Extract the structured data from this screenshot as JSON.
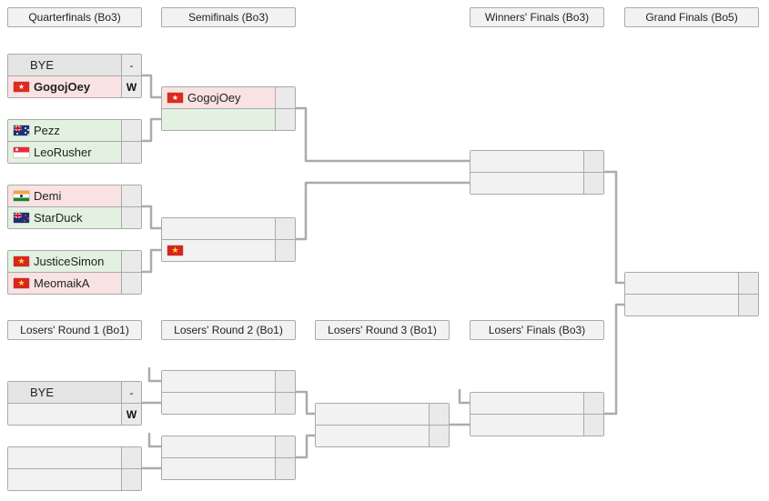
{
  "round_headers": {
    "upper": [
      "Quarterfinals (Bo3)",
      "Semifinals (Bo3)",
      "Winners' Finals (Bo3)",
      "Grand Finals (Bo5)"
    ],
    "lower": [
      "Losers' Round 1 (Bo1)",
      "Losers' Round 2 (Bo1)",
      "Losers' Round 3 (Bo1)",
      "Losers' Finals (Bo3)"
    ]
  },
  "flags_legend": {
    "hk": "Hong Kong",
    "au": "Australia",
    "sg": "Singapore",
    "in": "India",
    "nz": "New Zealand",
    "vn": "Vietnam"
  },
  "colors": {
    "row_default": "#f2f2f2",
    "row_red": "#f9e2e2",
    "row_green": "#e2f1e0",
    "row_bye": "#e4e4e4",
    "score_cell": "#eaeaea",
    "header_bg": "#f2f2f2",
    "border": "#aaaaaa",
    "connector": "#ababab"
  },
  "matches": {
    "ub_qf1": {
      "p1": {
        "name": "BYE",
        "score": "-",
        "status": "bye",
        "flag": "",
        "weight": ""
      },
      "p2": {
        "name": "GogojOey",
        "score": "W",
        "status": "red",
        "flag": "hk",
        "weight": "bold"
      }
    },
    "ub_qf2": {
      "p1": {
        "name": "Pezz",
        "score": "",
        "status": "green",
        "flag": "au",
        "weight": ""
      },
      "p2": {
        "name": "LeoRusher",
        "score": "",
        "status": "green",
        "flag": "sg",
        "weight": ""
      }
    },
    "ub_qf3": {
      "p1": {
        "name": "Demi",
        "score": "",
        "status": "red",
        "flag": "in",
        "weight": ""
      },
      "p2": {
        "name": "StarDuck",
        "score": "",
        "status": "green",
        "flag": "nz",
        "weight": ""
      }
    },
    "ub_qf4": {
      "p1": {
        "name": "JusticeSimon",
        "score": "",
        "status": "green",
        "flag": "vn",
        "weight": ""
      },
      "p2": {
        "name": "MeomaikA",
        "score": "",
        "status": "red",
        "flag": "vn",
        "weight": ""
      }
    },
    "ub_sf1": {
      "p1": {
        "name": "GogojOey",
        "score": "",
        "status": "red",
        "flag": "hk",
        "weight": ""
      },
      "p2": {
        "name": "",
        "score": "",
        "status": "green",
        "flag": "",
        "weight": ""
      }
    },
    "ub_sf2": {
      "p1": {
        "name": "",
        "score": "",
        "status": "none",
        "flag": "",
        "weight": ""
      },
      "p2": {
        "name": "",
        "score": "",
        "status": "none",
        "flag": "vn",
        "weight": ""
      }
    },
    "ub_wf": {
      "p1": {
        "name": "",
        "score": "",
        "status": "none",
        "flag": "",
        "weight": ""
      },
      "p2": {
        "name": "",
        "score": "",
        "status": "none",
        "flag": "",
        "weight": ""
      }
    },
    "gf": {
      "p1": {
        "name": "",
        "score": "",
        "status": "none",
        "flag": "",
        "weight": ""
      },
      "p2": {
        "name": "",
        "score": "",
        "status": "none",
        "flag": "",
        "weight": ""
      }
    },
    "lb_r1m1": {
      "p1": {
        "name": "BYE",
        "score": "-",
        "status": "bye",
        "flag": "",
        "weight": ""
      },
      "p2": {
        "name": "",
        "score": "W",
        "status": "none",
        "flag": "",
        "weight": "bold"
      }
    },
    "lb_r1m2": {
      "p1": {
        "name": "",
        "score": "",
        "status": "none",
        "flag": "",
        "weight": ""
      },
      "p2": {
        "name": "",
        "score": "",
        "status": "none",
        "flag": "",
        "weight": ""
      }
    },
    "lb_r2m1": {
      "p1": {
        "name": "",
        "score": "",
        "status": "none",
        "flag": "",
        "weight": ""
      },
      "p2": {
        "name": "",
        "score": "",
        "status": "none",
        "flag": "",
        "weight": ""
      }
    },
    "lb_r2m2": {
      "p1": {
        "name": "",
        "score": "",
        "status": "none",
        "flag": "",
        "weight": ""
      },
      "p2": {
        "name": "",
        "score": "",
        "status": "none",
        "flag": "",
        "weight": ""
      }
    },
    "lb_r3": {
      "p1": {
        "name": "",
        "score": "",
        "status": "none",
        "flag": "",
        "weight": ""
      },
      "p2": {
        "name": "",
        "score": "",
        "status": "none",
        "flag": "",
        "weight": ""
      }
    },
    "lb_f": {
      "p1": {
        "name": "",
        "score": "",
        "status": "none",
        "flag": "",
        "weight": ""
      },
      "p2": {
        "name": "",
        "score": "",
        "status": "none",
        "flag": "",
        "weight": ""
      }
    }
  }
}
